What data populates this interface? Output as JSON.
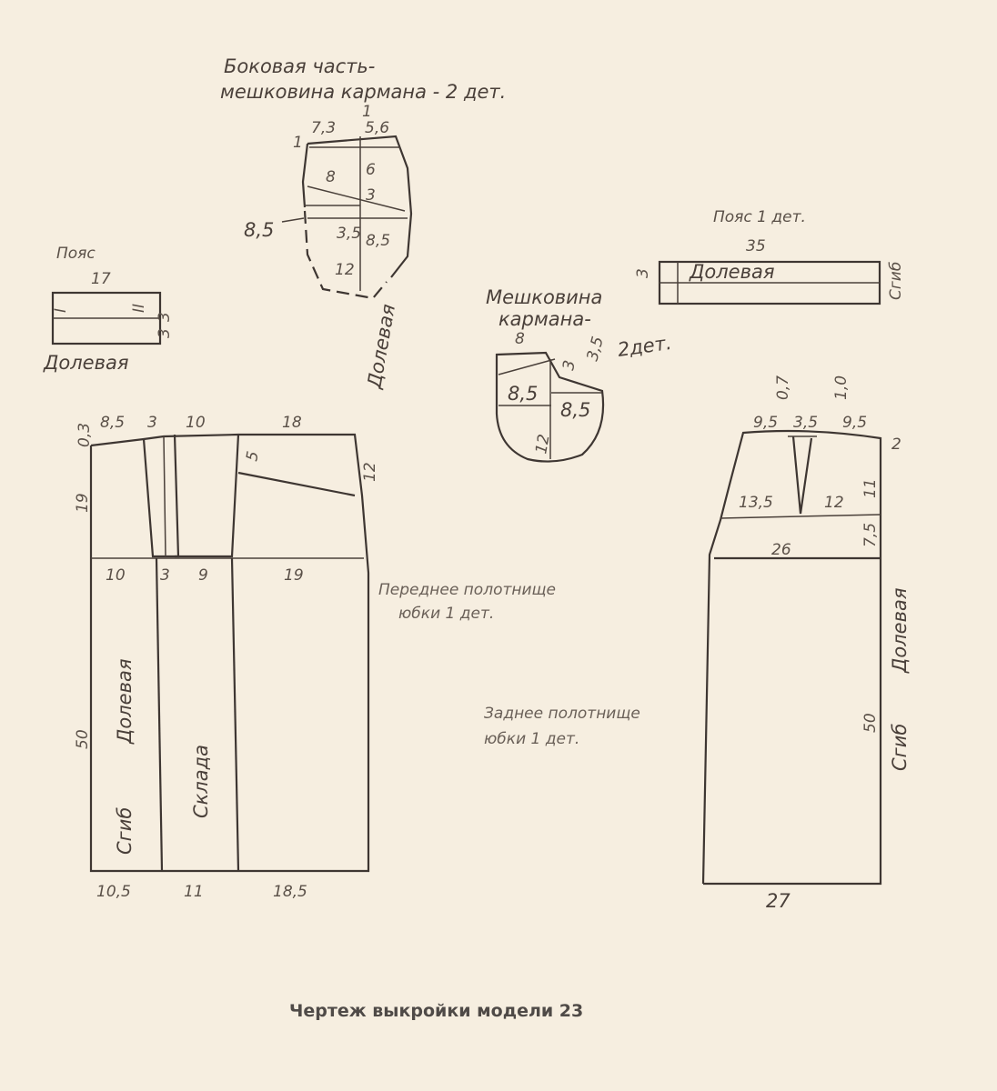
{
  "side_piece": {
    "title_line1": "Боковая часть-",
    "title_line2": "мешковина кармана - 2 дет.",
    "dims": [
      "7,3",
      "5,6",
      "1",
      "1",
      "8",
      "3",
      "6",
      "8,5",
      "3,5",
      "8,5",
      "12"
    ],
    "grain": "Долевая"
  },
  "small_belt": {
    "title": "Пояс",
    "dim_length": "17",
    "dim_width": "3",
    "dim_width2": "3",
    "mark": "I",
    "mark2": "II",
    "grain": "Долевая"
  },
  "belt": {
    "title": "Пояс 1 дет.",
    "dim_length": "35",
    "dim_width": "3",
    "grain": "Долевая",
    "fold": "Сгиб"
  },
  "pocket_bag": {
    "title_line1": "Мешковина",
    "title_line2": "кармана-",
    "count": "2дет.",
    "dims": [
      "8",
      "3",
      "3,5",
      "8,5",
      "8,5",
      "12"
    ]
  },
  "front_panel": {
    "caption_line1": "Переднее полотнище",
    "caption_line2": "юбки 1 дет.",
    "top_dims": [
      "0,3",
      "8,5",
      "3",
      "10",
      "18"
    ],
    "side_dims": [
      "19",
      "5",
      "12"
    ],
    "mid_dims": [
      "10",
      "3",
      "9",
      "19"
    ],
    "length": "50",
    "grain": "Долевая",
    "fold": "Сгиб",
    "pleat": "Склада",
    "bottom_dims": [
      "10,5",
      "11",
      "18,5"
    ]
  },
  "back_panel": {
    "caption_line1": "Заднее полотнище",
    "caption_line2": "юбки 1 дет.",
    "dart_dims": [
      "0,7",
      "1,0"
    ],
    "top_dims": [
      "9,5",
      "3,5",
      "9,5",
      "2"
    ],
    "hip_dims": [
      "13,5",
      "12",
      "11",
      "7,5"
    ],
    "hip_width": "26",
    "length": "50",
    "grain": "Долевая",
    "fold": "Сгиб",
    "bottom": "27"
  },
  "caption": "Чертеж выкройки модели 23"
}
